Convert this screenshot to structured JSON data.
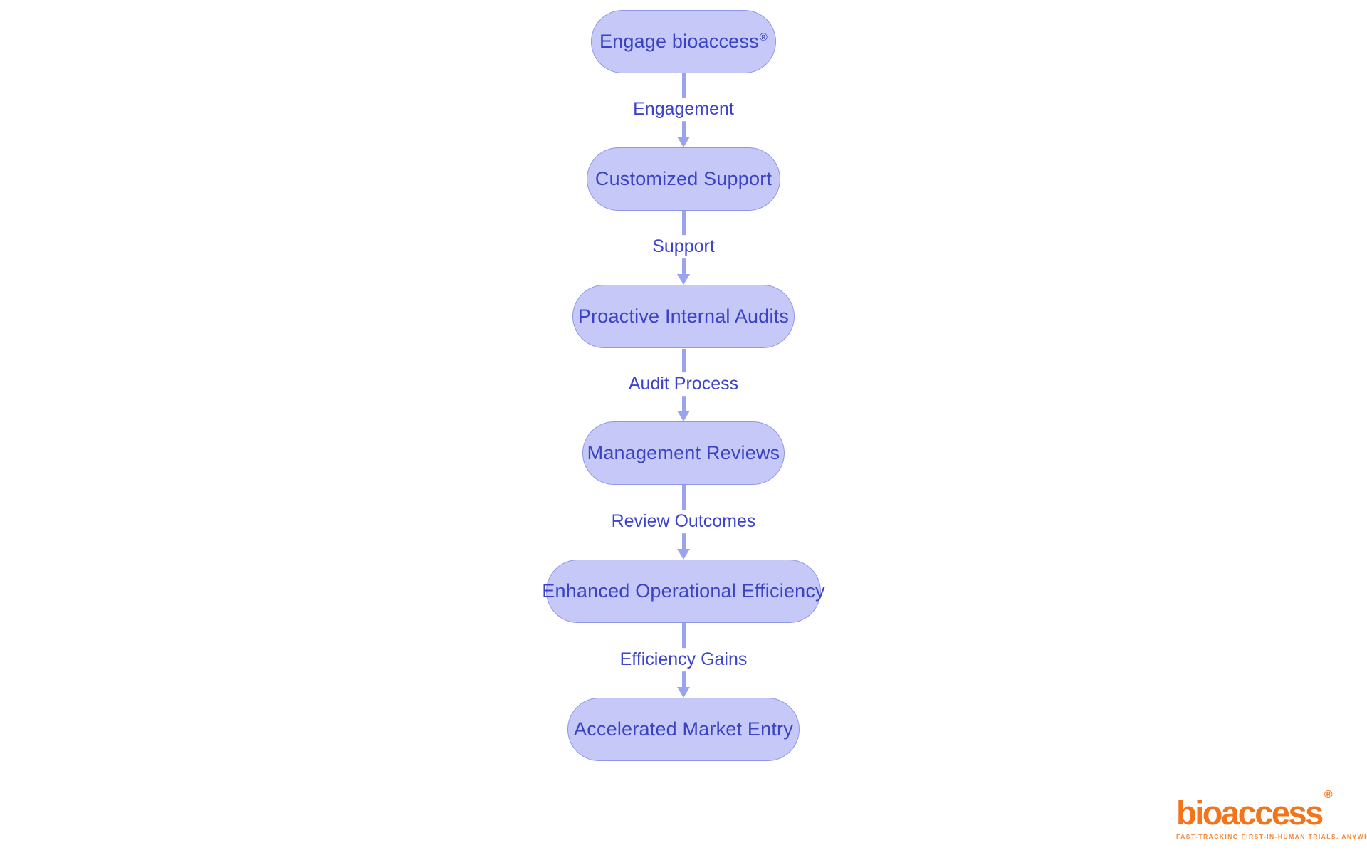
{
  "flow": {
    "nodes": [
      {
        "label": "Engage bioaccess",
        "mark": "®"
      },
      {
        "label": "Customized Support",
        "mark": ""
      },
      {
        "label": "Proactive Internal Audits",
        "mark": ""
      },
      {
        "label": "Management Reviews",
        "mark": ""
      },
      {
        "label": "Enhanced Operational Efficiency",
        "mark": ""
      },
      {
        "label": "Accelerated Market Entry",
        "mark": ""
      }
    ],
    "edges": [
      {
        "label": "Engagement"
      },
      {
        "label": "Support"
      },
      {
        "label": "Audit Process"
      },
      {
        "label": "Review Outcomes"
      },
      {
        "label": "Efficiency Gains"
      }
    ]
  },
  "logo": {
    "brand": "bioaccess",
    "registered_mark": "®",
    "tagline": "FAST-TRACKING FIRST-IN-HUMAN TRIALS, ANYWHERE"
  },
  "colors": {
    "background": "#ffffff",
    "node_fill": "#c6c9f8",
    "node_border": "#8e96e9",
    "node_text": "#3b43c4",
    "arrow": "#9aa3f0",
    "edge_label_text": "#3d44cb",
    "logo_orange": "#f4741b",
    "tagline_orange": "#f58634"
  }
}
